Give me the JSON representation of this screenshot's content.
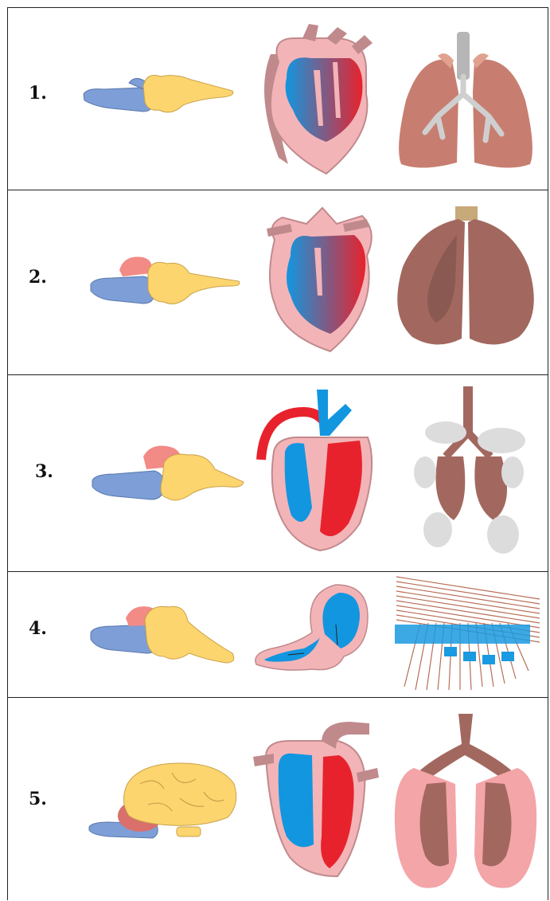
{
  "rows": [
    {
      "number": "1.",
      "brain": "fish-brain",
      "heart": "two-chamber-heart",
      "respiratory": "lungs"
    },
    {
      "number": "2.",
      "brain": "amphibian-brain",
      "heart": "three-chamber-heart",
      "respiratory": "sac-lungs"
    },
    {
      "number": "3.",
      "brain": "reptile-brain",
      "heart": "partial-septum-heart",
      "respiratory": "air-sac-lungs"
    },
    {
      "number": "4.",
      "brain": "bird-brain",
      "heart": "simple-heart",
      "respiratory": "gills"
    },
    {
      "number": "5.",
      "brain": "mammal-brain",
      "heart": "four-chamber-heart",
      "respiratory": "alveolar-lungs"
    }
  ],
  "colors": {
    "brainstem": "#7d9ed6",
    "cerebrum": "#fcd56f",
    "cerebellum": "#f28a86",
    "oxygenated": "#e8222c",
    "deoxygenated": "#1296e0",
    "heart_wall": "#f3b4b8",
    "vessel": "#c08a8c",
    "lung": "#c77e70",
    "lung_dark": "#a2685f"
  }
}
